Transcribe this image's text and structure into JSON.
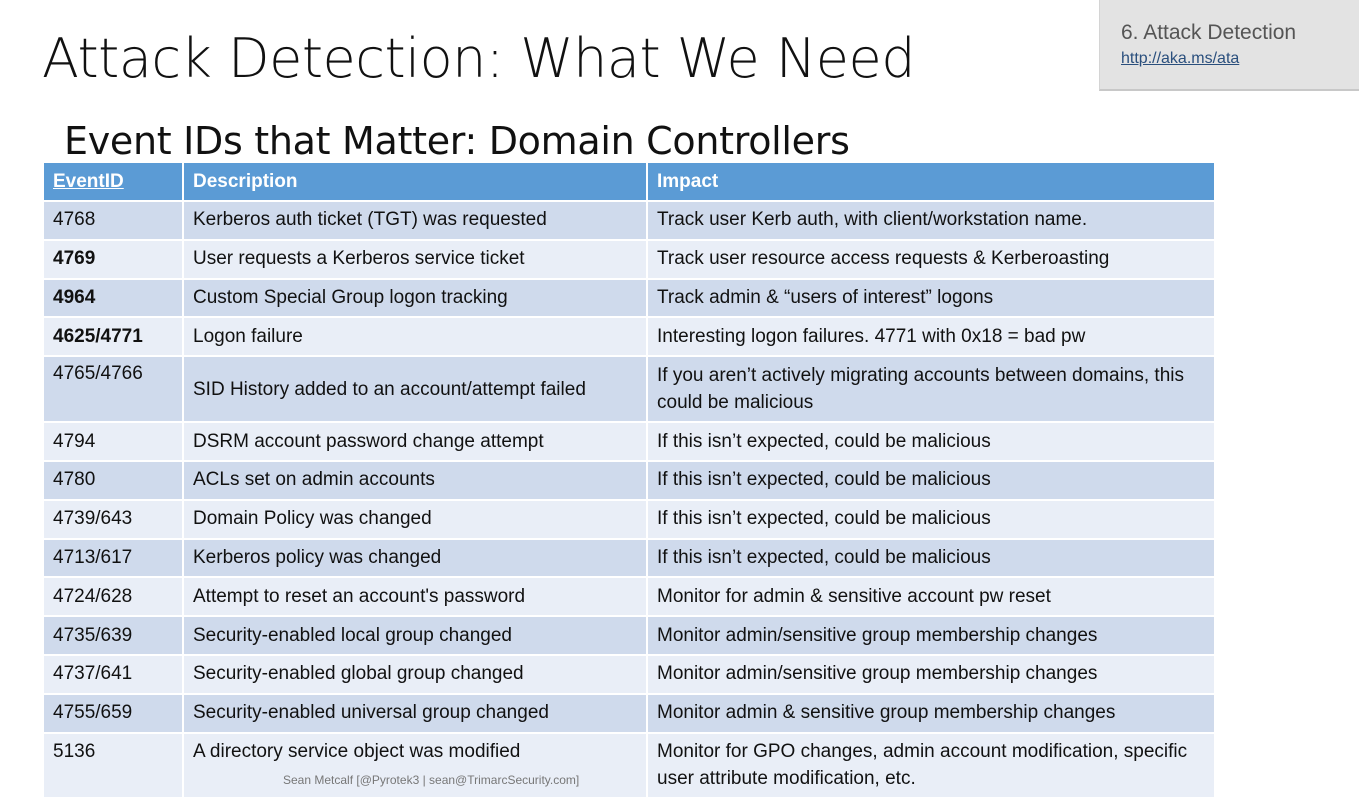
{
  "title": "Attack Detection: What We Need",
  "subtitle": "Event IDs that Matter: Domain Controllers",
  "badge": {
    "label": "6. Attack Detection",
    "link": "http://aka.ms/ata"
  },
  "table": {
    "headers": [
      "EventID",
      "Description",
      "Impact"
    ],
    "rows": [
      {
        "id": "4768",
        "description": "Kerberos auth ticket (TGT) was requested",
        "impact": "Track user Kerb auth, with client/workstation name."
      },
      {
        "id": "4769",
        "description": "User requests a Kerberos service ticket",
        "impact": "Track user resource access requests & Kerberoasting"
      },
      {
        "id": "4964",
        "description": "Custom Special Group logon tracking",
        "impact": "Track admin & “users of interest” logons"
      },
      {
        "id": "4625/4771",
        "description": "Logon failure",
        "impact": "Interesting logon failures.  4771 with 0x18 = bad pw"
      },
      {
        "id": "4765/4766",
        "description": "SID History added to an account/attempt failed",
        "impact": "If you aren’t actively migrating accounts between domains, this could be malicious"
      },
      {
        "id": "4794",
        "description": "DSRM account password change attempt",
        "impact": "If this isn’t expected, could be malicious"
      },
      {
        "id": "4780",
        "description": "ACLs set on admin accounts",
        "impact": "If this isn’t expected, could be malicious"
      },
      {
        "id": "4739/643",
        "description": "Domain Policy was changed",
        "impact": "If this isn’t expected, could be malicious"
      },
      {
        "id": "4713/617",
        "description": "Kerberos policy was changed",
        "impact": "If this isn’t expected, could be malicious"
      },
      {
        "id": "4724/628",
        "description": "Attempt to reset an account's password",
        "impact": "Monitor for admin & sensitive account pw reset"
      },
      {
        "id": "4735/639",
        "description": "Security-enabled local group changed",
        "impact": "Monitor admin/sensitive group membership changes"
      },
      {
        "id": "4737/641",
        "description": "Security-enabled global group changed",
        "impact": "Monitor admin/sensitive group membership changes"
      },
      {
        "id": "4755/659",
        "description": "Security-enabled universal group changed",
        "impact": "Monitor admin & sensitive group membership changes"
      },
      {
        "id": "5136",
        "description": "A directory service object was modified",
        "impact": "Monitor for GPO changes, admin account modification, specific user attribute modification, etc."
      }
    ]
  },
  "footer": "Sean Metcalf [@Pyrotek3 | sean@TrimarcSecurity.com]"
}
